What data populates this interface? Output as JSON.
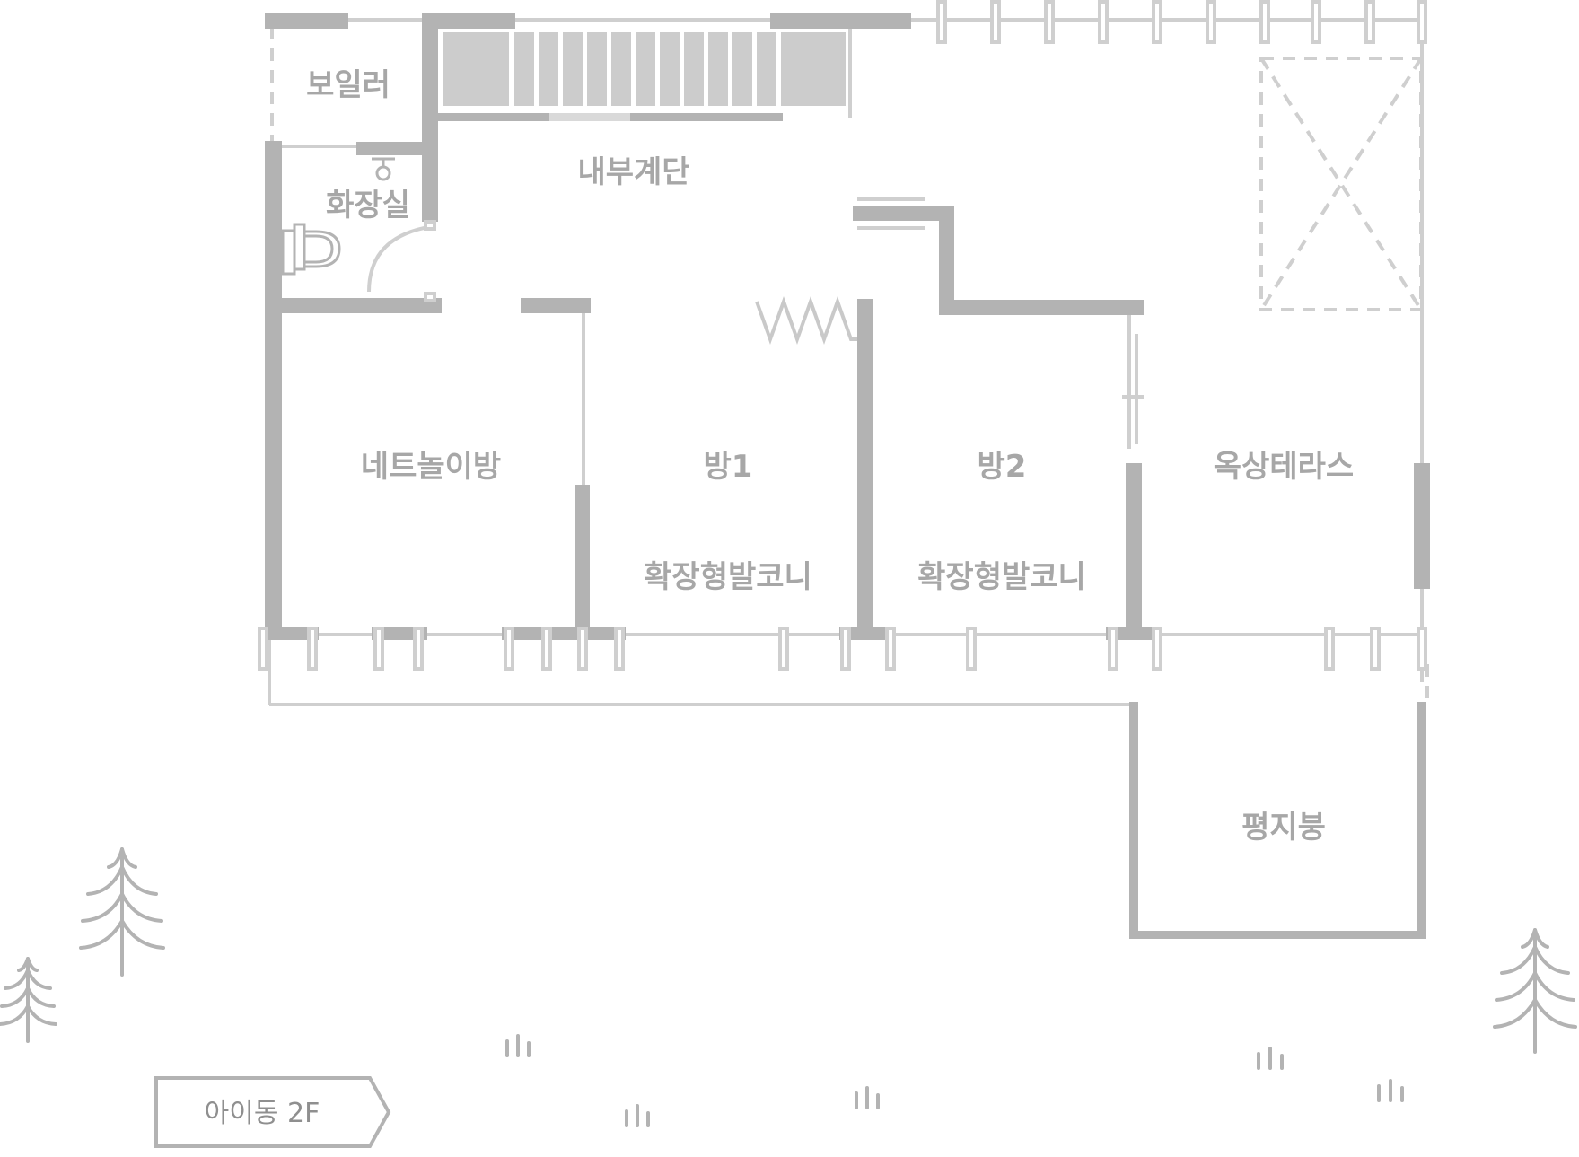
{
  "rooms": {
    "boiler": "보일러",
    "bathroom": "화장실",
    "inner_stairs": "내부계단",
    "net_playroom": "네트놀이방",
    "room1": "방1",
    "room2": "방2",
    "balcony1": "확장형발코니",
    "balcony2": "확장형발코니",
    "rooftop_terrace": "옥상테라스",
    "flat_roof": "평지붕"
  },
  "badge": {
    "label": "아이동 2F"
  },
  "colors": {
    "wall": "#b3b3b3",
    "thin_line": "#cfcfcf",
    "label": "#a7a7a7",
    "background": "#ffffff"
  }
}
